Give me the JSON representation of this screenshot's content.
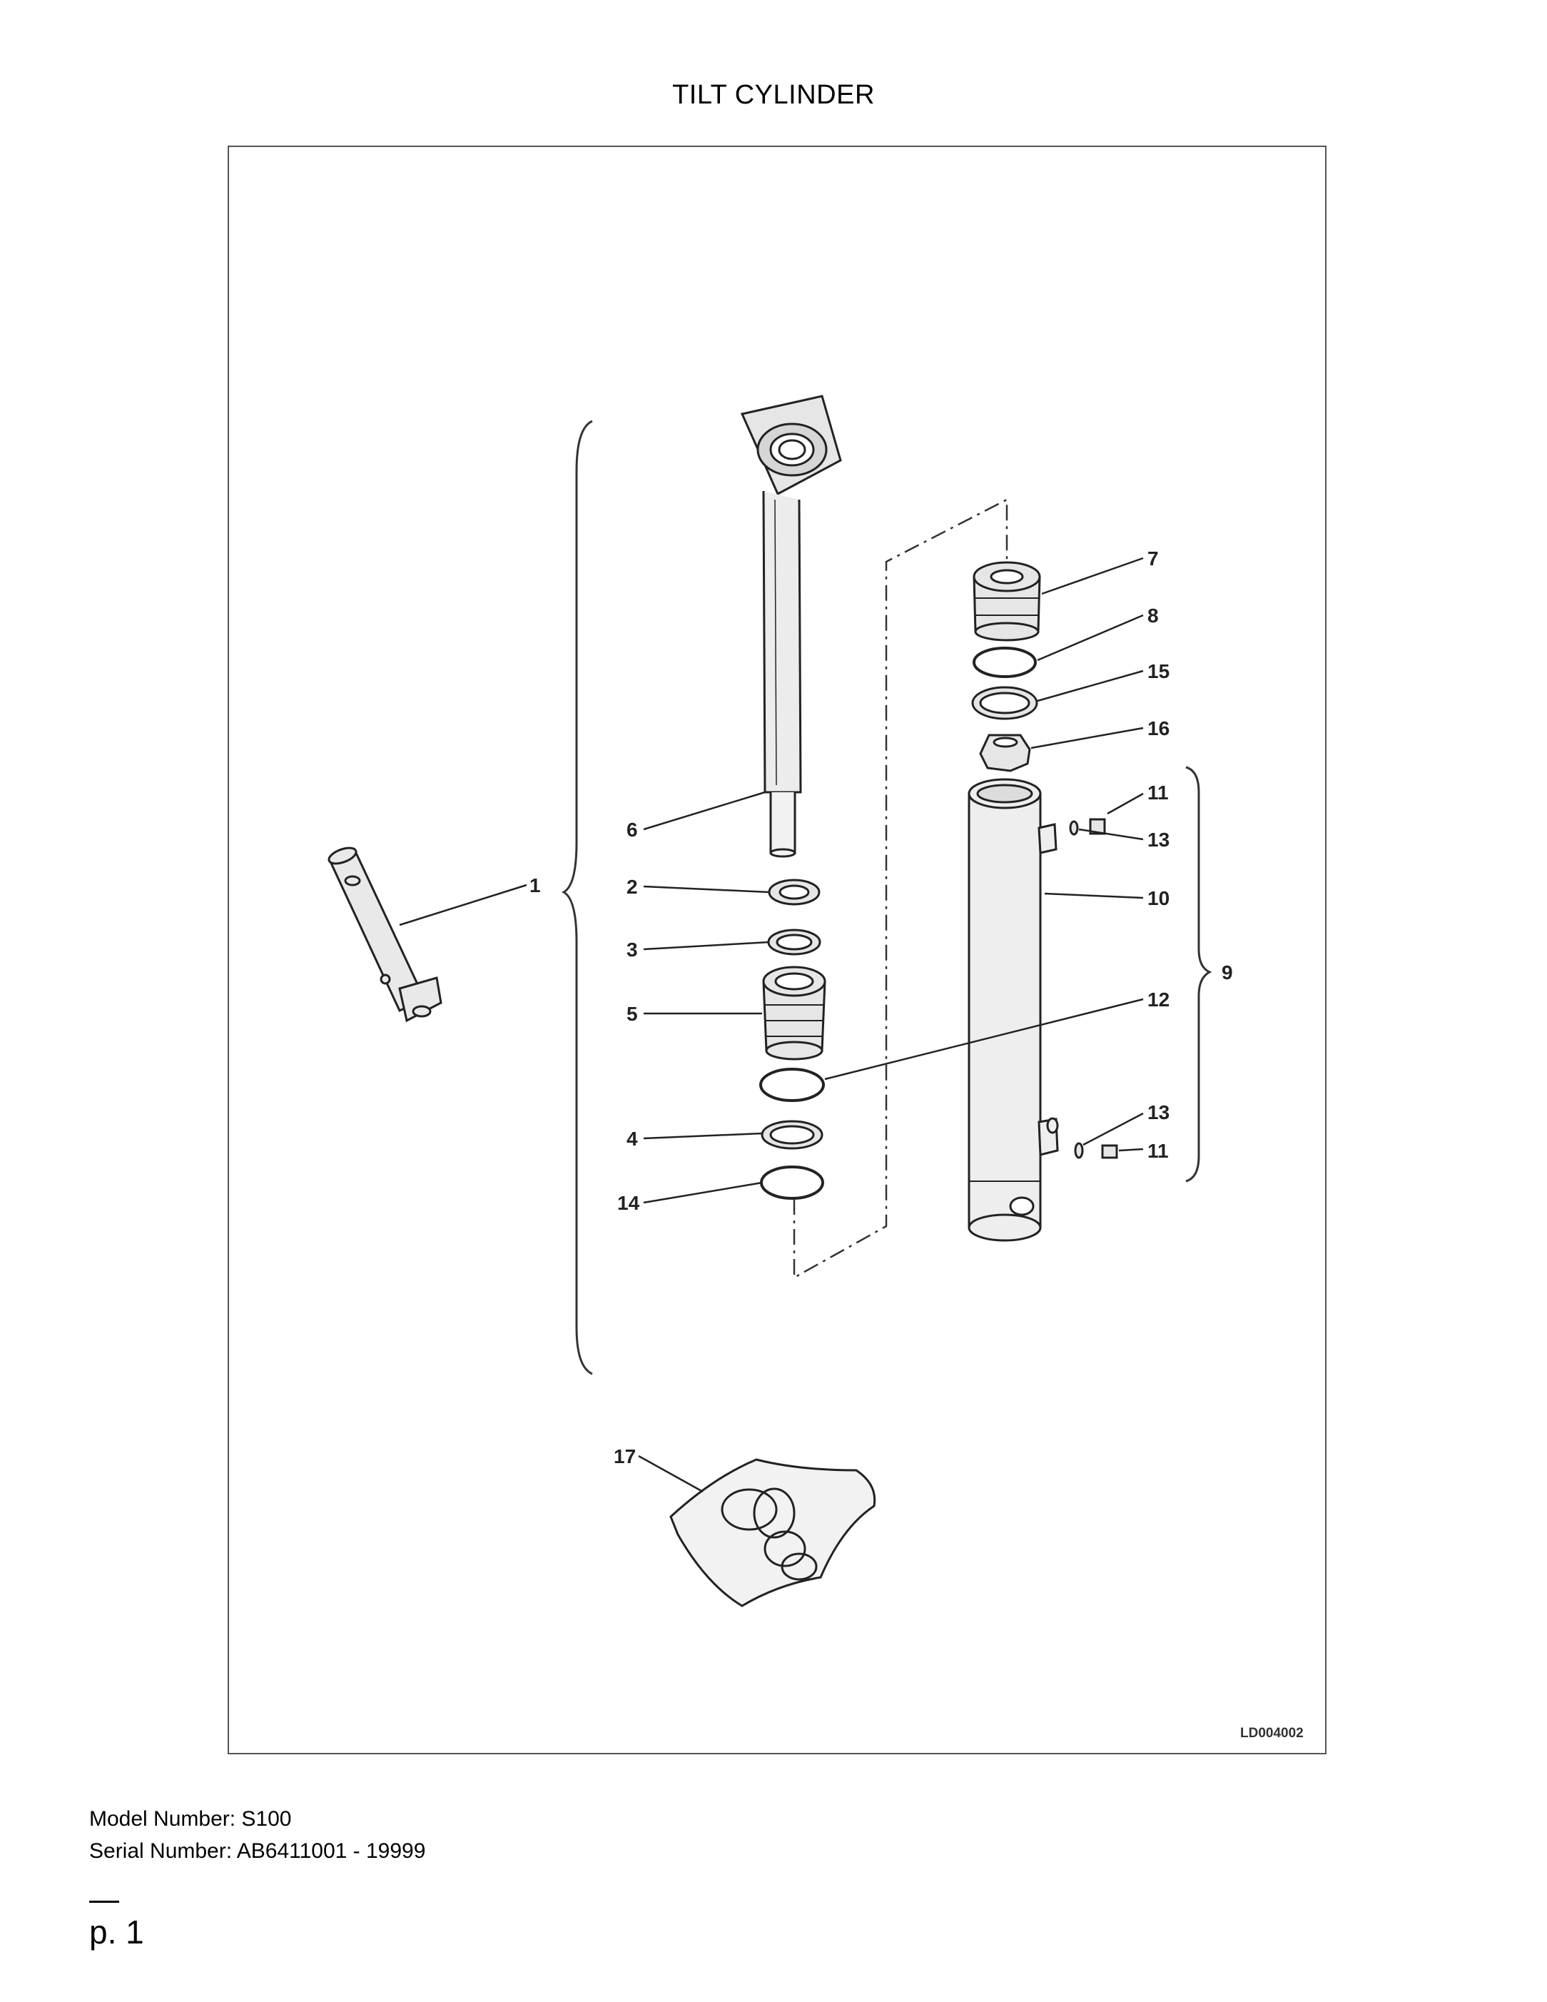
{
  "title": "TILT CYLINDER",
  "drawing_code": "LD004002",
  "model_label": "Model Number: S100",
  "serial_label": "Serial Number: AB6411001 - 19999",
  "page_label": "p. 1",
  "callouts": [
    "1",
    "2",
    "3",
    "4",
    "5",
    "6",
    "7",
    "8",
    "9",
    "10",
    "11",
    "11",
    "12",
    "13",
    "13",
    "14",
    "15",
    "16",
    "17"
  ],
  "colors": {
    "line": "#222222",
    "frame": "#555555",
    "part_fill": "#e6e6e6"
  }
}
